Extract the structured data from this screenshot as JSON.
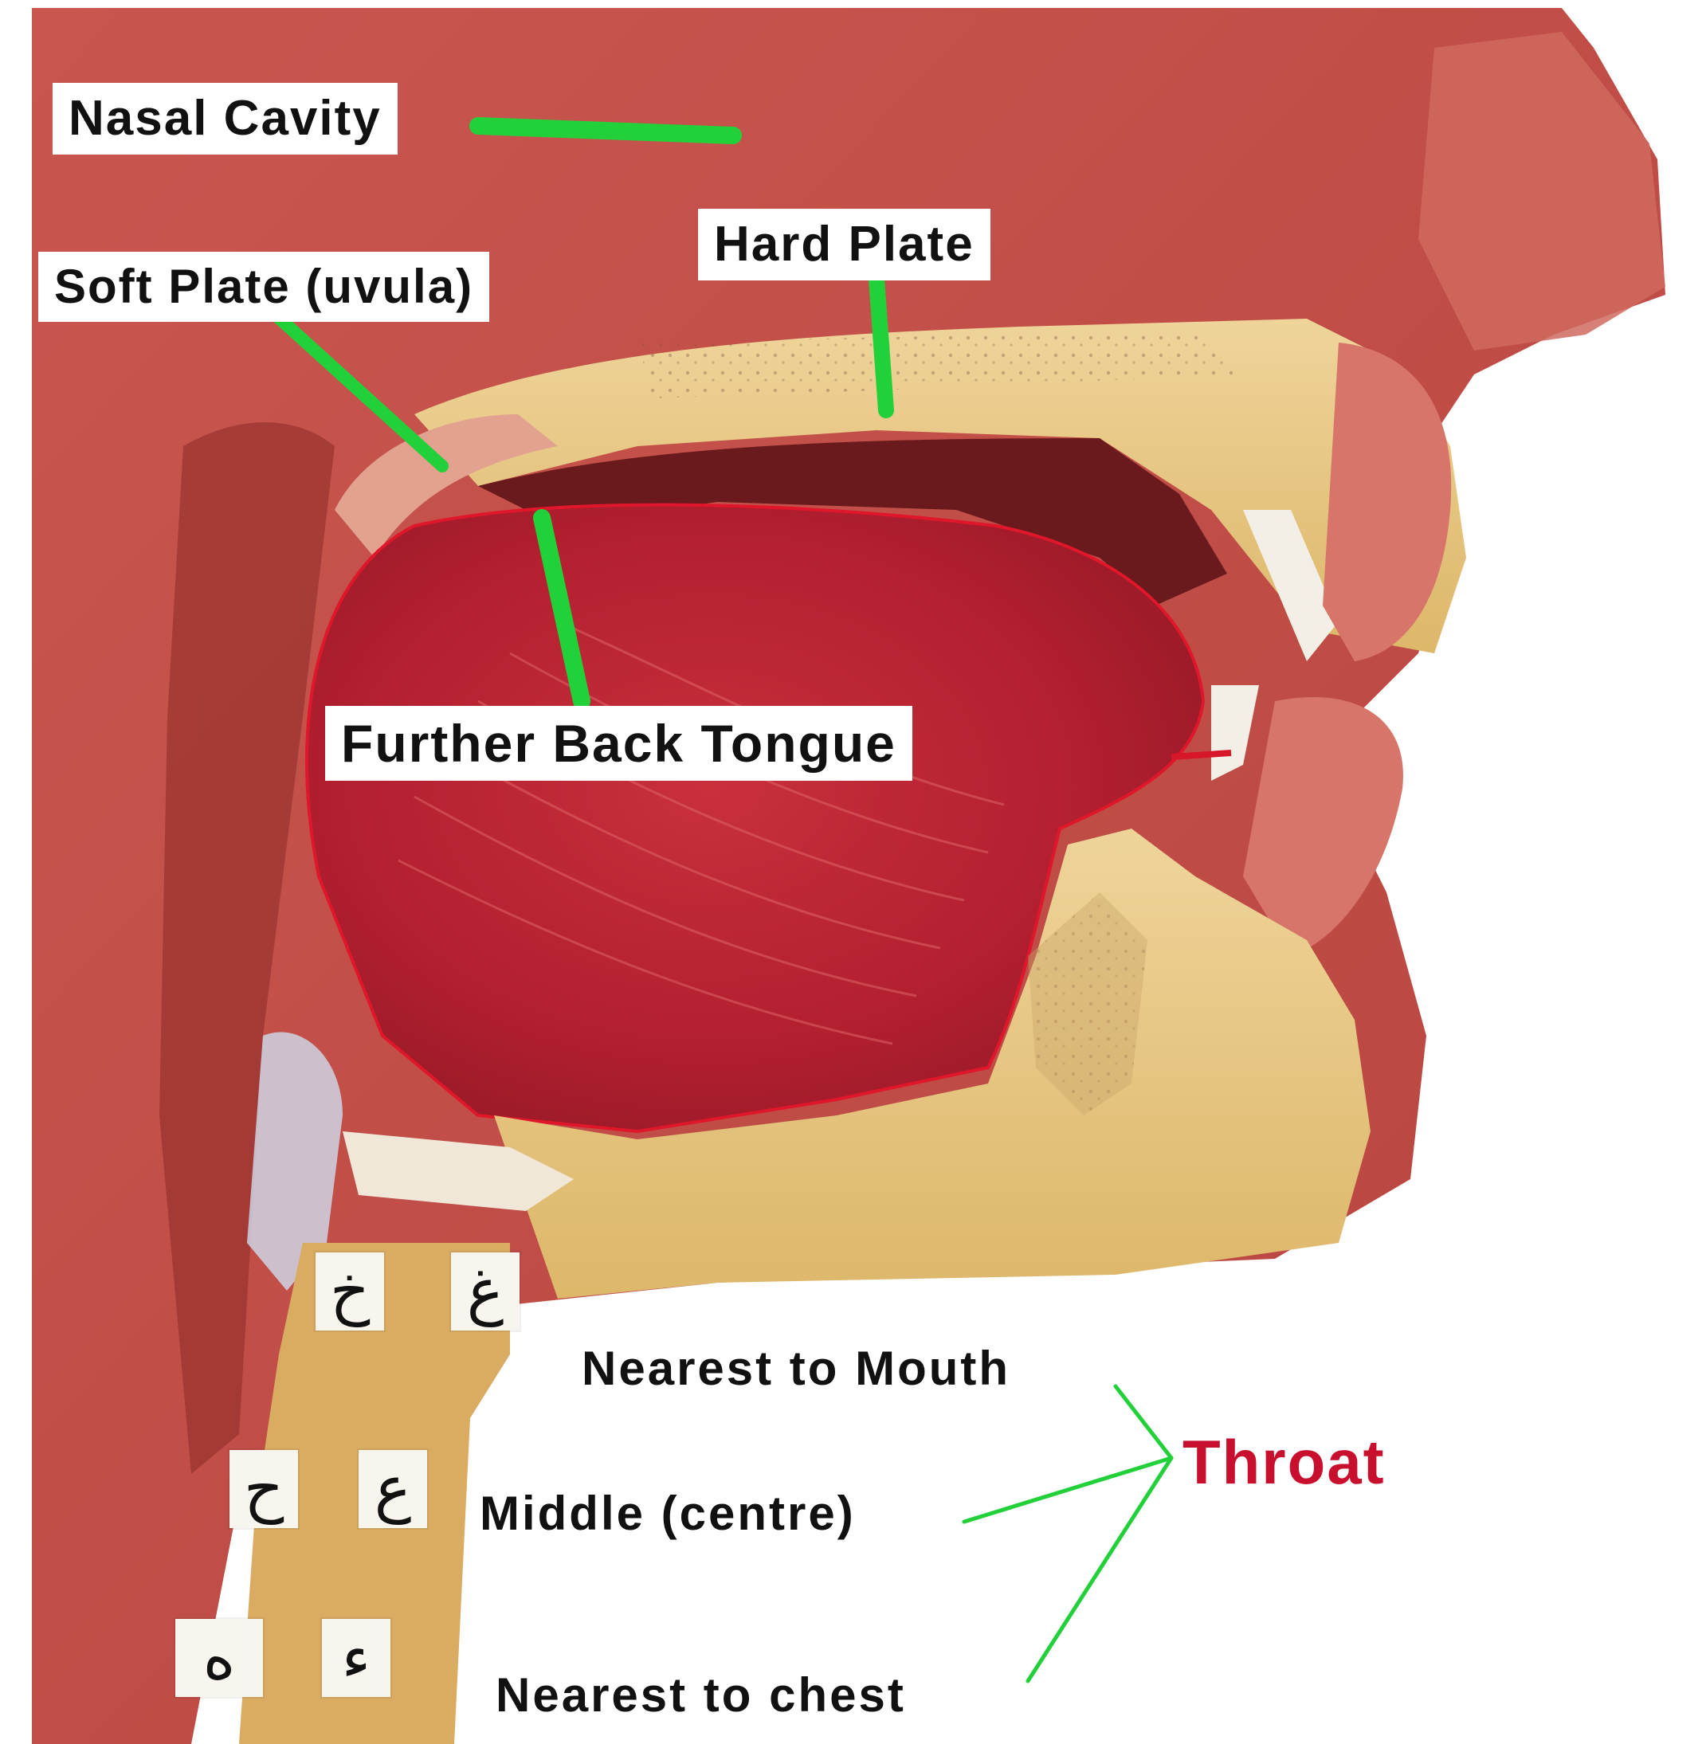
{
  "colors": {
    "tissue_red": "#c7504f",
    "tongue_red": "#b72434",
    "bone_yellow": "#e4c27a",
    "pointer_green": "#22d13a",
    "throat_red": "#c8102e"
  },
  "labels": {
    "nasal_cavity": "Nasal Cavity",
    "hard_plate": "Hard Plate",
    "soft_plate": "Soft Plate (uvula)",
    "further_back_tongue": "Further Back Tongue",
    "nearest_to_mouth": "Nearest to Mouth",
    "middle_centre": "Middle (centre)",
    "nearest_to_chest": "Nearest to chest",
    "throat": "Throat"
  },
  "letters": {
    "khaa": "خ",
    "ghayn": "غ",
    "haa": "ح",
    "ayn": "ع",
    "ha": "ه",
    "hamza": "ء"
  }
}
